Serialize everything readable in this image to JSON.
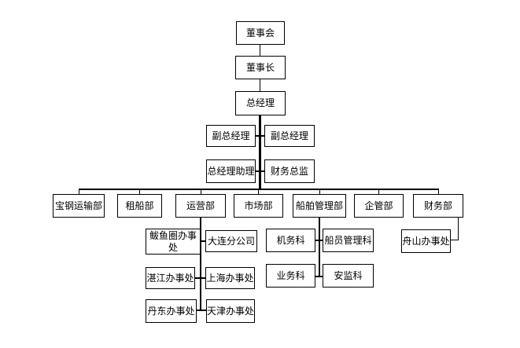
{
  "diagram": {
    "type": "organization-chart",
    "colors": {
      "background": "#ffffff",
      "box_border": "#000000",
      "text": "#000000",
      "line": "#000000"
    },
    "nodes": {
      "board": "董事会",
      "chairman": "董事长",
      "general_manager": "总经理",
      "deputy_gm_left": "副总经理",
      "deputy_gm_right": "副总经理",
      "gm_assistant": "总经理助理",
      "finance_director": "财务总监",
      "baosteel_transport_dept": "宝钢运输部",
      "chartering_dept": "租船部",
      "operations_dept": "运营部",
      "marketing_dept": "市场部",
      "ship_management_dept": "船舶管理部",
      "enterprise_management_dept": "企管部",
      "finance_dept": "财务部",
      "bayuquan_office": "鲅鱼圈办事处",
      "dalian_branch": "大连分公司",
      "zhanjiang_office": "湛江办事处",
      "shanghai_office": "上海办事处",
      "dandong_office": "丹东办事处",
      "tianjin_office": "天津办事处",
      "engineering_section": "机务科",
      "crew_management_section": "船员管理科",
      "business_section": "业务科",
      "safety_supervision_section": "安监科",
      "zhoushan_office": "舟山办事处"
    },
    "edges": [
      {
        "from": "board",
        "to": "chairman"
      },
      {
        "from": "chairman",
        "to": "general_manager"
      },
      {
        "from": "general_manager",
        "to": "deputy_gm_left"
      },
      {
        "from": "general_manager",
        "to": "deputy_gm_right"
      },
      {
        "from": "general_manager",
        "to": "gm_assistant"
      },
      {
        "from": "general_manager",
        "to": "finance_director"
      },
      {
        "from": "general_manager",
        "to": "baosteel_transport_dept"
      },
      {
        "from": "general_manager",
        "to": "chartering_dept"
      },
      {
        "from": "general_manager",
        "to": "operations_dept"
      },
      {
        "from": "general_manager",
        "to": "marketing_dept"
      },
      {
        "from": "general_manager",
        "to": "ship_management_dept"
      },
      {
        "from": "general_manager",
        "to": "enterprise_management_dept"
      },
      {
        "from": "general_manager",
        "to": "finance_dept"
      },
      {
        "from": "operations_dept",
        "to": "bayuquan_office"
      },
      {
        "from": "operations_dept",
        "to": "dalian_branch"
      },
      {
        "from": "operations_dept",
        "to": "zhanjiang_office"
      },
      {
        "from": "operations_dept",
        "to": "shanghai_office"
      },
      {
        "from": "operations_dept",
        "to": "dandong_office"
      },
      {
        "from": "operations_dept",
        "to": "tianjin_office"
      },
      {
        "from": "ship_management_dept",
        "to": "engineering_section"
      },
      {
        "from": "ship_management_dept",
        "to": "crew_management_section"
      },
      {
        "from": "ship_management_dept",
        "to": "business_section"
      },
      {
        "from": "ship_management_dept",
        "to": "safety_supervision_section"
      },
      {
        "from": "finance_dept",
        "to": "zhoushan_office"
      }
    ]
  }
}
